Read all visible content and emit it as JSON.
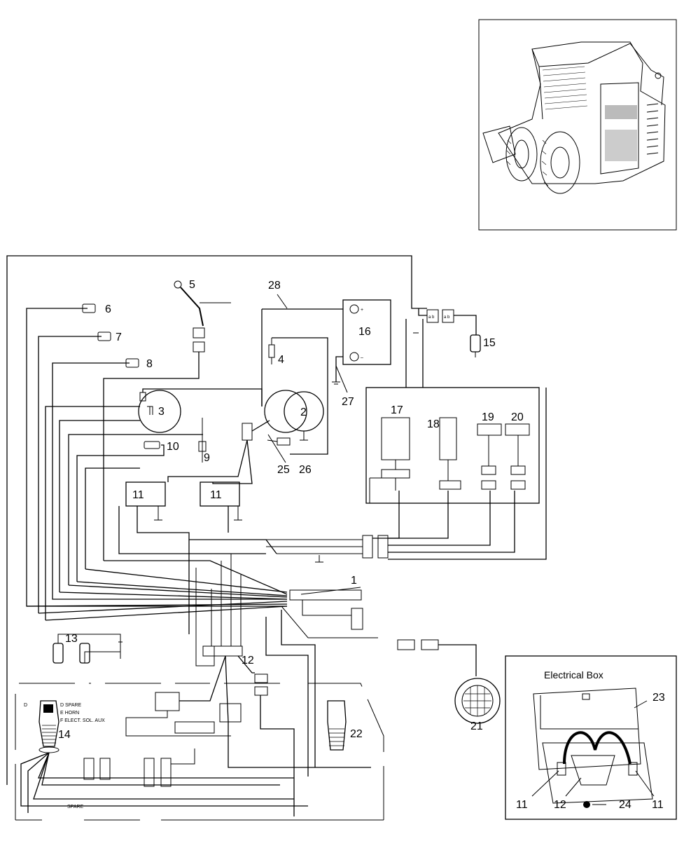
{
  "callouts": {
    "c1": "1",
    "c2": "2",
    "c3": "3",
    "c4": "4",
    "c5": "5",
    "c6": "6",
    "c7": "7",
    "c8": "8",
    "c9": "9",
    "c10": "10",
    "c11a": "11",
    "c11b": "11",
    "c12": "12",
    "c13": "13",
    "c14": "14",
    "c15": "15",
    "c16": "16",
    "c17": "17",
    "c18": "18",
    "c19": "19",
    "c20": "20",
    "c21": "21",
    "c22": "22",
    "c23": "23",
    "c24": "24",
    "c25": "25",
    "c26": "26",
    "c27": "27",
    "c28": "28"
  },
  "handle_labels": {
    "d": "D",
    "d_spare": "D SPARE",
    "e_horn": "E HORN",
    "f_aux": "F ELECT. SOL. AUX",
    "spare": "SPARE"
  },
  "battery": {
    "plus": "+",
    "minus": "–"
  },
  "electrical_box": {
    "title": "Electrical Box",
    "c11_left": "11",
    "c12": "12",
    "c24": "24",
    "c11_right": "11",
    "c23": "23"
  }
}
